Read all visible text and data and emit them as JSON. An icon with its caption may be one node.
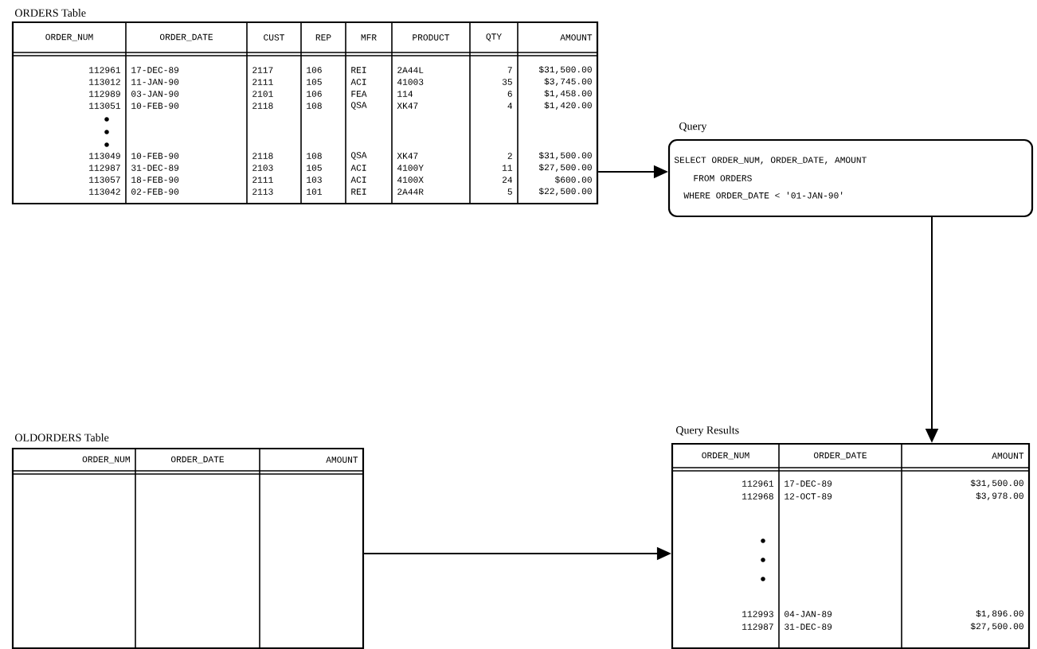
{
  "diagram": {
    "nodes": [
      {
        "text": [
          "ORDERS Table",
          "ORDER_NUM",
          "ORDER_DATE",
          "CUST",
          "REP",
          "MFR",
          "PRODUCT",
          "QTY",
          "AMOUNT",
          "112961",
          "17-DEC-89",
          "2117",
          "106",
          "REI",
          "2A44L",
          "7",
          "$31,500.00",
          "113012",
          "11-JAN-90",
          "2111",
          "105",
          "ACI",
          "41003",
          "35",
          "$3,745.00",
          "112989",
          "03-JAN-90",
          "2101",
          "106",
          "FEA",
          "114",
          "6",
          "$1,458.00",
          "113051",
          "10-FEB-90",
          "2118",
          "108",
          "QSA",
          "XK47",
          "4",
          "$1,420.00",
          "113049",
          "10-FEB-90",
          "2118",
          "108",
          "QSA",
          "XK47",
          "2",
          "$31,500.00",
          "112987",
          "31-DEC-89",
          "2103",
          "105",
          "ACI",
          "4100Y",
          "11",
          "$27,500.00",
          "113057",
          "18-FEB-90",
          "2111",
          "103",
          "ACI",
          "4100X",
          "24",
          "$600.00",
          "113042",
          "02-FEB-90",
          "2113",
          "101",
          "REI",
          "2A44R",
          "5",
          "$22,500.00"
        ]
      },
      {
        "text": [
          "Query",
          "SELECT ORDER_NUM, ORDER_DATE, AMOUNT",
          "FROM ORDERS",
          "WHERE ORDER_DATE < '01-JAN-90'"
        ]
      },
      {
        "text": [
          "OLDORDERS Table",
          "ORDER_NUM",
          "ORDER_DATE",
          "AMOUNT"
        ]
      },
      {
        "text": [
          "Query Results",
          "ORDER_NUM",
          "ORDER_DATE",
          "AMOUNT",
          "112961",
          "17-DEC-89",
          "$31,500.00",
          "112968",
          "12-OCT-89",
          "$3,978.00",
          "112993",
          "04-JAN-89",
          "$1,896.00",
          "112987",
          "31-DEC-89",
          "$27,500.00"
        ]
      }
    ],
    "edges": [
      {
        "from": 0,
        "to": 1,
        "arrow": "to"
      },
      {
        "from": 1,
        "to": 3,
        "arrow": "to"
      },
      {
        "from": 2,
        "to": 3,
        "arrow": "to"
      }
    ]
  }
}
